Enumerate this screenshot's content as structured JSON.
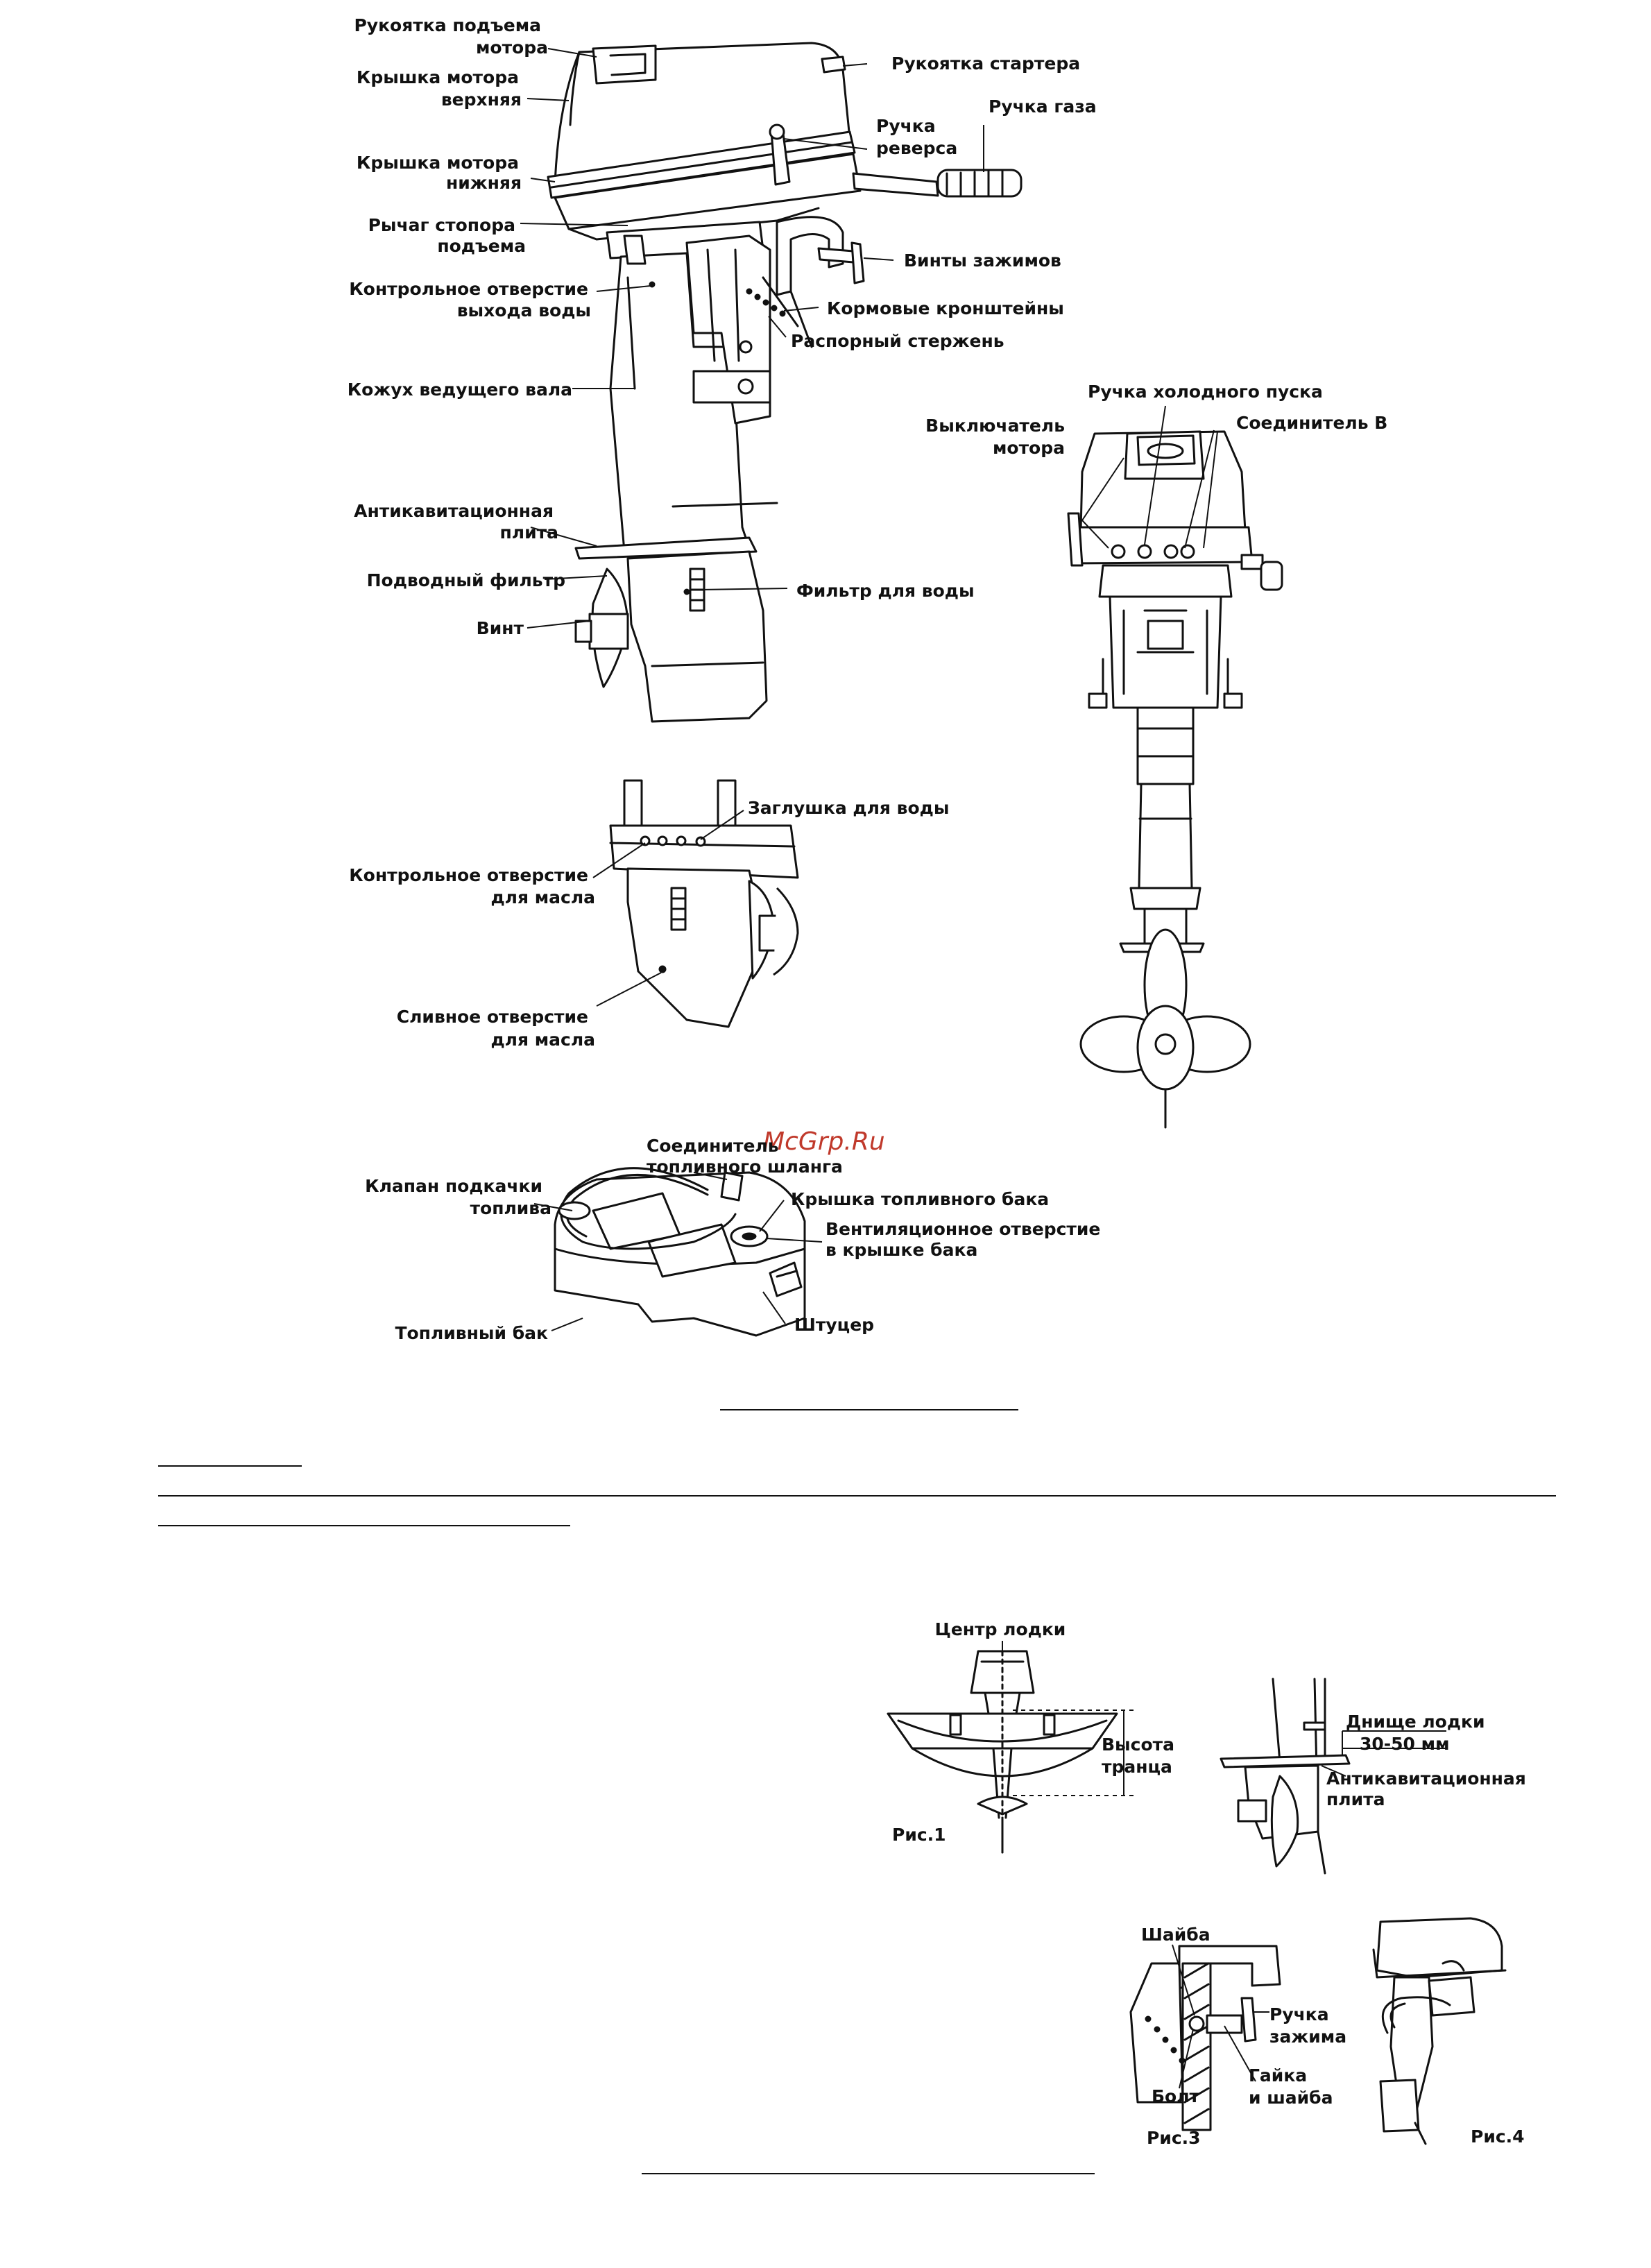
{
  "watermark": "McGrp.Ru",
  "main_figure": {
    "labels": {
      "lift_handle": [
        "Рукоятка подъема",
        "мотора"
      ],
      "top_cover": [
        "Крышка мотора",
        "верхняя"
      ],
      "bottom_cover": [
        "Крышка мотора",
        "нижняя"
      ],
      "tilt_lock": [
        "Рычаг стопора",
        "подъема"
      ],
      "water_outlet": [
        "Контрольное отверстие",
        "выхода воды"
      ],
      "drive_shaft_housing": "Кожух ведущего вала",
      "anticav_plate": [
        "Антикавитационная",
        "плита"
      ],
      "underwater_filter": "Подводный фильтр",
      "propeller": "Винт",
      "starter_handle": "Рукоятка стартера",
      "throttle_grip": "Ручка газа",
      "reverse_lever": [
        "Ручка",
        "реверса"
      ],
      "clamp_screws": "Винты зажимов",
      "stern_brackets": "Кормовые кронштейны",
      "thrust_rod": "Распорный стержень",
      "water_filter": "Фильтр для воды"
    }
  },
  "front_figure": {
    "labels": {
      "choke_knob": "Ручка холодного пуска",
      "stop_switch": [
        "Выключатель",
        "мотора"
      ],
      "connector_b": "Соединитель B"
    }
  },
  "gearcase_figure": {
    "labels": {
      "water_plug": "Заглушка для воды",
      "oil_level_hole": [
        "Контрольное отверстие",
        "для масла"
      ],
      "oil_drain_hole": [
        "Сливное отверстие",
        "для масла"
      ]
    }
  },
  "tank_figure": {
    "labels": {
      "hose_connector": [
        "Соединитель",
        "топливного шланга"
      ],
      "primer_bulb": [
        "Клапан подкачки",
        "топлива"
      ],
      "tank_cap": "Крышка топливного бака",
      "cap_vent": [
        "Вентиляционное отверстие",
        "в крышке бака"
      ],
      "fuel_tank": "Топливный бак",
      "fitting": "Штуцер"
    }
  },
  "fig1": {
    "boat_center": "Центр лодки",
    "transom_height": [
      "Высота",
      "транца"
    ],
    "caption": "Рис.1"
  },
  "fig2": {
    "boat_bottom": "Днище лодки",
    "clearance": "30-50 мм",
    "anticav_plate": [
      "Антикавитационная",
      "плита"
    ]
  },
  "fig3": {
    "washer": "Шайба",
    "clamp_handle": [
      "Ручка",
      "зажима"
    ],
    "bolt": "Болт",
    "nut_washer": [
      "Гайка",
      "и шайба"
    ],
    "caption": "Рис.3"
  },
  "fig4": {
    "caption": "Рис.4"
  }
}
